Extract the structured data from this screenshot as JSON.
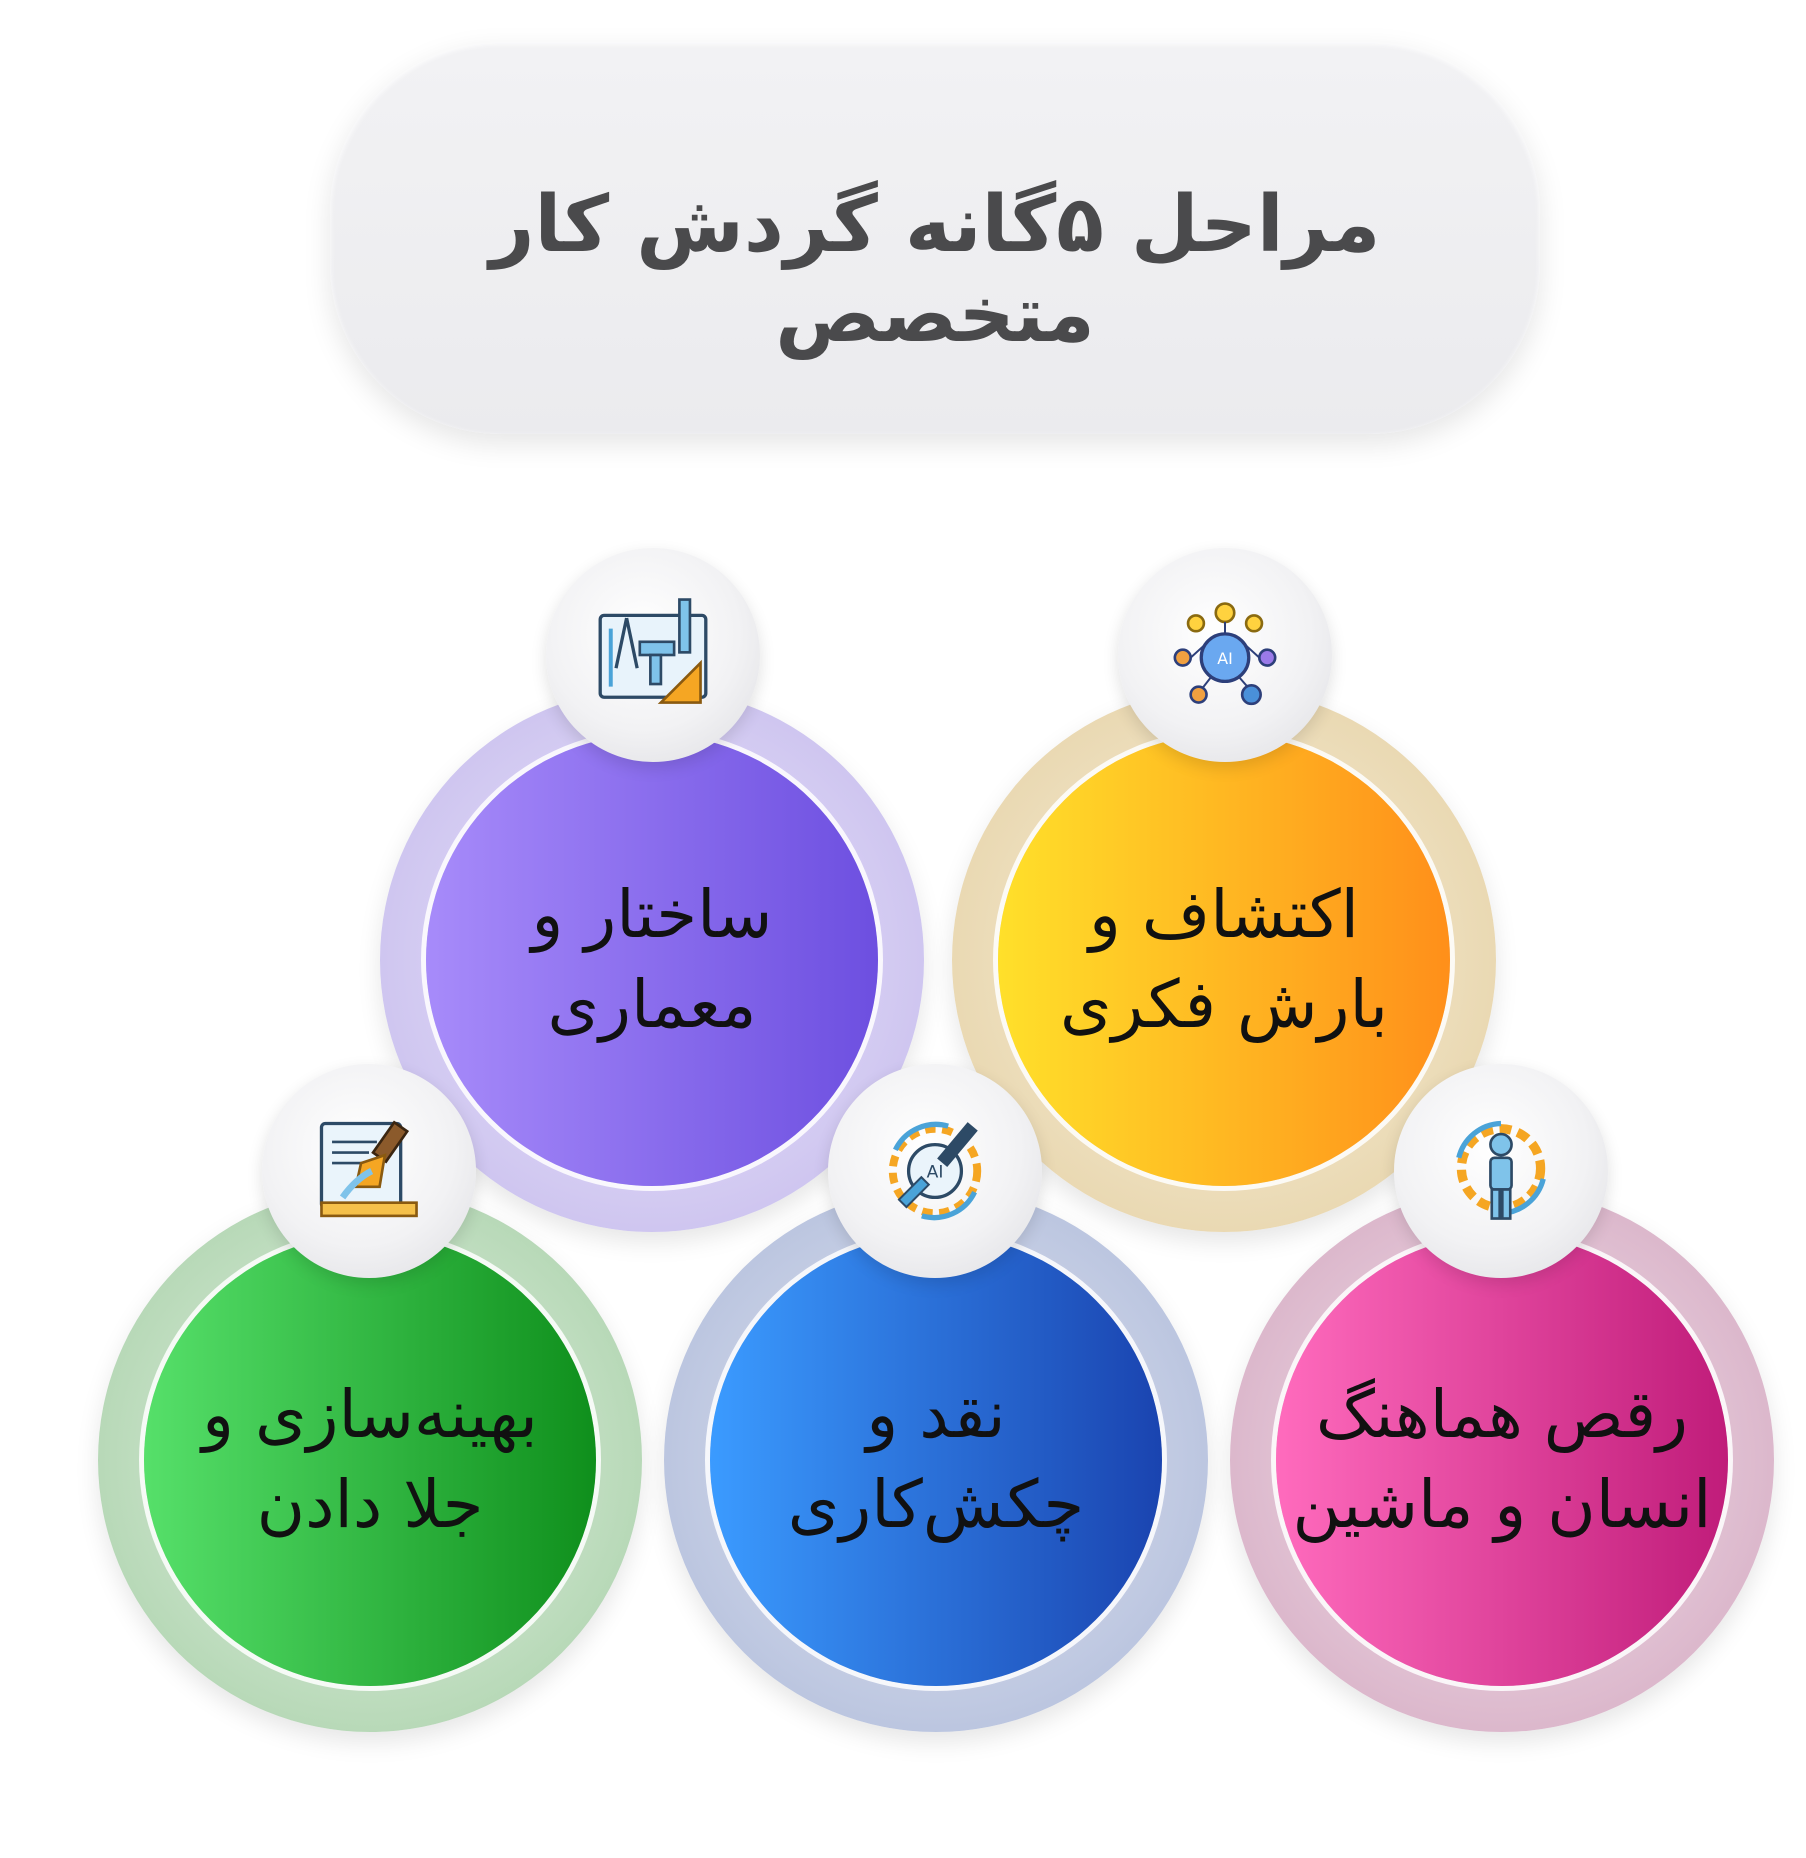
{
  "title": "مراحل ۵گانه گردش کار متخصص",
  "stages": [
    {
      "id": "architecture",
      "line1": "ساختار و",
      "line2": "معماری",
      "icon": "blueprint-tools-icon",
      "colors": [
        "#a78bfa",
        "#6d4fe0"
      ]
    },
    {
      "id": "discovery",
      "line1": "اکتشاف و",
      "line2": "بارش فکری",
      "icon": "ai-brain-ideas-icon",
      "colors": [
        "#ffe02a",
        "#ff8f1a"
      ]
    },
    {
      "id": "optimization",
      "line1": "بهینه‌سازی و",
      "line2": "جلا دادن",
      "icon": "paint-brush-ruler-icon",
      "colors": [
        "#56e06a",
        "#0f8f1c"
      ]
    },
    {
      "id": "critique",
      "line1": "نقد و",
      "line2": "چکش‌کاری",
      "icon": "ai-gear-hammer-icon",
      "colors": [
        "#3b9bff",
        "#1a44b0"
      ]
    },
    {
      "id": "collaboration",
      "line1": "رقص هماهنگ",
      "line2": "انسان و ماشین",
      "icon": "human-gear-cycle-icon",
      "colors": [
        "#ff6bbd",
        "#c01c7a"
      ]
    }
  ]
}
